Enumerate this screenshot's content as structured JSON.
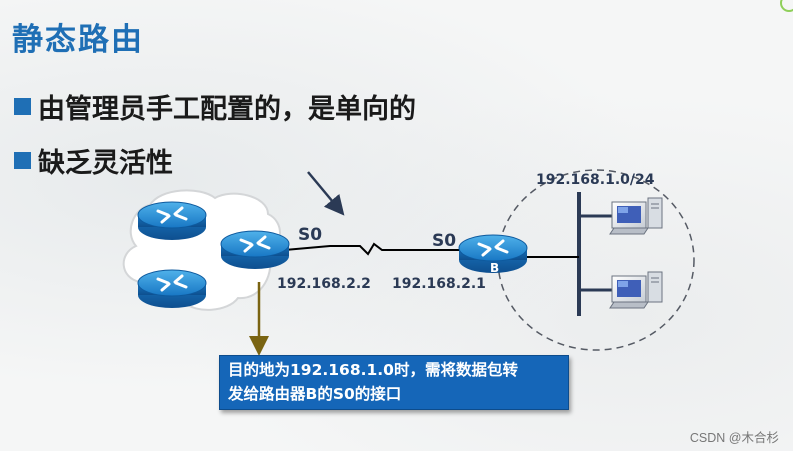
{
  "title": "静态路由",
  "bullets": [
    "由管理员手工配置的，是单向的",
    "缺乏灵活性"
  ],
  "diagram": {
    "left_interface": "S0",
    "right_interface": "S0",
    "left_ip": "192.168.2.2",
    "right_ip": "192.168.2.1",
    "network_label": "192.168.1.0/24",
    "router_b_label": "B",
    "callout_line1": "目的地为192.168.1.0时，需将数据包转",
    "callout_line2": "发给路由器B的S0的接口"
  },
  "colors": {
    "title": "#1f6fb5",
    "router": "#1e88d0",
    "callout_bg": "#1566b8",
    "arrow": "#7a6412"
  },
  "watermark": "CSDN @木合杉"
}
